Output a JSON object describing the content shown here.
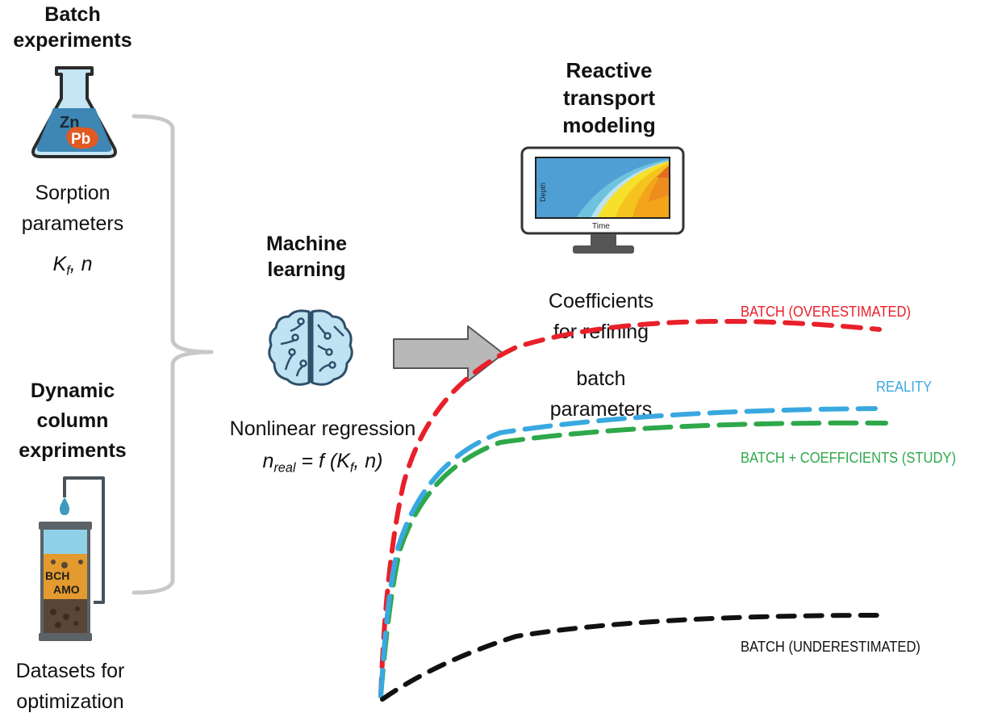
{
  "batch_experiments": {
    "title_line1": "Batch",
    "title_line2": "experiments",
    "flask_labels": {
      "element1": "Zn",
      "element2": "Pb"
    },
    "desc_line1": "Sorption",
    "desc_line2": "parameters",
    "params_K": "K",
    "params_K_sub": "f",
    "params_rest": ", n"
  },
  "column_experiments": {
    "title_line1": "Dynamic",
    "title_line2": "column",
    "title_line3": "expriments",
    "column_labels": {
      "material1": "BCH",
      "material2": "AMO"
    },
    "desc_line1": "Datasets for",
    "desc_line2": "optimization"
  },
  "machine_learning": {
    "title_line1": "Machine",
    "title_line2": "learning",
    "icon": "brain-circuit-icon",
    "desc": "Nonlinear regression",
    "formula_n": "n",
    "formula_n_sub": "real",
    "formula_eq": " = f (K",
    "formula_K_sub": "f",
    "formula_end": ", n)"
  },
  "reactive_transport": {
    "title_line1": "Reactive",
    "title_line2": "transport",
    "title_line3": "modeling",
    "monitor": {
      "y_axis": "Depth",
      "x_axis": "Time"
    }
  },
  "coefficients": {
    "line1": "Coefficients",
    "line2": "for refining",
    "line3": "batch",
    "line4": "parameters"
  },
  "curves": {
    "overestimated": {
      "label": "BATCH (OVERESTIMATED)",
      "color": "#e8202a"
    },
    "reality": {
      "label": "REALITY",
      "color": "#3aa8e0"
    },
    "study": {
      "label": "BATCH + COEFFICIENTS (STUDY)",
      "color": "#2ea84a"
    },
    "underestimated": {
      "label": "BATCH (UNDERESTIMATED)",
      "color": "#111111"
    }
  },
  "colors": {
    "brace": "#c8c8c8",
    "arrow_fill": "#b8b8b8",
    "arrow_stroke": "#555555",
    "flask_liquid": "#3e86b4",
    "flask_glass": "#c5e6f3",
    "pb_blob": "#e05a22",
    "brain_fill": "#bfe3f3",
    "brain_stroke": "#2f4f6a"
  }
}
